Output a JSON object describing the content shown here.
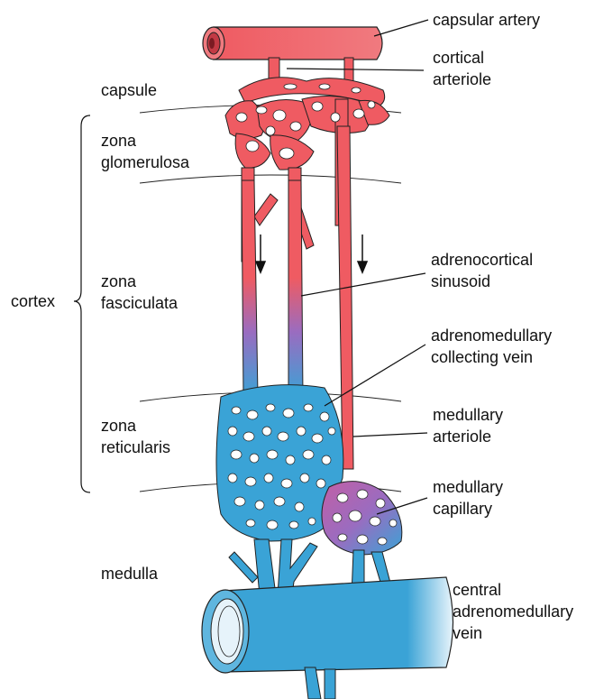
{
  "colors": {
    "artery": "#ef5b62",
    "vein": "#3aa3d6",
    "mix": "#9a6cc0",
    "outline": "#1e1e1e"
  },
  "labels": {
    "capsular_artery": "capsular artery",
    "cortical_arteriole_l1": "cortical",
    "cortical_arteriole_l2": "arteriole",
    "capsule": "capsule",
    "zona_glomerulosa_l1": "zona",
    "zona_glomerulosa_l2": "glomerulosa",
    "cortex": "cortex",
    "zona_fasciculata_l1": "zona",
    "zona_fasciculata_l2": "fasciculata",
    "adrenocortical_sinusoid_l1": "adrenocortical",
    "adrenocortical_sinusoid_l2": "sinusoid",
    "adrenomedullary_collecting_vein_l1": "adrenomedullary",
    "adrenomedullary_collecting_vein_l2": "collecting vein",
    "zona_reticularis_l1": "zona",
    "zona_reticularis_l2": "reticularis",
    "medullary_arteriole_l1": "medullary",
    "medullary_arteriole_l2": "arteriole",
    "medullary_capillary_l1": "medullary",
    "medullary_capillary_l2": "capillary",
    "medulla": "medulla",
    "central_vein_l1": "central",
    "central_vein_l2": "adrenomedullary",
    "central_vein_l3": "vein"
  }
}
